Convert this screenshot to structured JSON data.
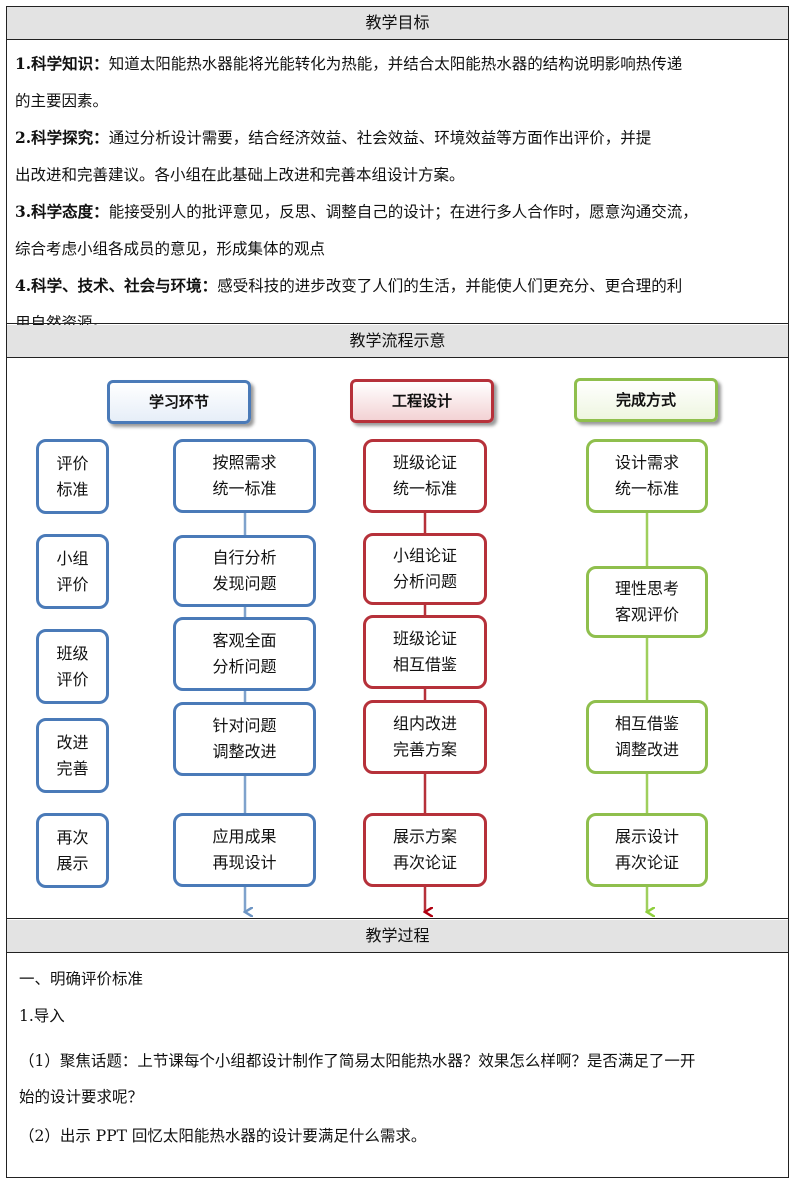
{
  "goals": {
    "header": "教学目标",
    "items": [
      {
        "label": "1.科学知识：",
        "text": "知道太阳能热水器能将光能转化为热能，并结合太阳能热水器的结构说明影响热传递",
        "text2": "的主要因素。"
      },
      {
        "label": "2.科学探究：",
        "text": "通过分析设计需要，结合经济效益、社会效益、环境效益等方面作出评价，并提",
        "text2": "出改进和完善建议。各小组在此基础上改进和完善本组设计方案。"
      },
      {
        "label": "3.科学态度：",
        "text": "能接受别人的批评意见，反思、调整自己的设计；在进行多人合作时，愿意沟通交流，",
        "text2": "综合考虑小组各成员的意见，形成集体的观点"
      },
      {
        "label": "4.科学、技术、社会与环境：",
        "text": "感受科技的进步改变了人们的生活，并能使人们更充分、更合理的利",
        "text2": "用自然资源。"
      }
    ]
  },
  "flow": {
    "header": "教学流程示意",
    "col1_title": "学习环节",
    "col2_title": "工程设计",
    "col3_title": "完成方式",
    "stages": [
      "评价\n标准",
      "小组\n评价",
      "班级\n评价",
      "改进\n完善",
      "再次\n展示"
    ],
    "learning": [
      "按照需求\n统一标准",
      "自行分析\n发现问题",
      "客观全面\n分析问题",
      "针对问题\n调整改进",
      "应用成果\n再现设计"
    ],
    "engineering": [
      "班级论证\n统一标准",
      "小组论证\n分析问题",
      "班级论证\n相互借鉴",
      "组内改进\n完善方案",
      "展示方案\n再次论证"
    ],
    "completion": [
      "设计需求\n统一标准",
      "理性思考\n客观评价",
      "相互借鉴\n调整改进",
      "展示设计\n再次论证"
    ],
    "colors": {
      "blue": "#4a7ab8",
      "red": "#b6313a",
      "green": "#8fbf4d"
    }
  },
  "process": {
    "header": "教学过程",
    "section": "一、明确评价标准",
    "sub": "1.导入",
    "p1a": "（1）聚焦话题：上节课每个小组都设计制作了简易太阳能热水器？效果怎么样啊？是否满足了一开",
    "p1b": "始的设计要求呢？",
    "p2": "（2）出示 PPT 回忆太阳能热水器的设计要满足什么需求。"
  }
}
